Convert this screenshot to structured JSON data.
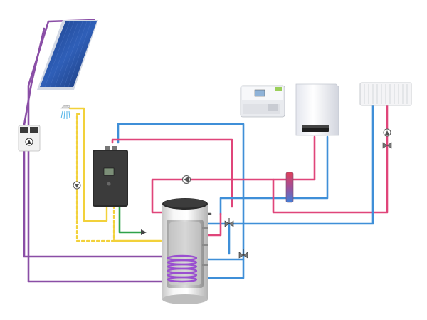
{
  "diagram": {
    "components": [
      {
        "name": "solar-collector",
        "icon": "solar-panel-icon"
      },
      {
        "name": "solar-pump-station",
        "icon": "pump-icon"
      },
      {
        "name": "shower",
        "icon": "shower-icon"
      },
      {
        "name": "heat-pump-controller",
        "icon": "controller-icon"
      },
      {
        "name": "control-unit",
        "icon": "control-box-icon"
      },
      {
        "name": "gas-boiler",
        "icon": "boiler-icon"
      },
      {
        "name": "radiator",
        "icon": "radiator-icon"
      },
      {
        "name": "hydraulic-separator",
        "icon": "separator-icon"
      },
      {
        "name": "storage-tank",
        "icon": "tank-icon"
      }
    ],
    "pipe_colors": {
      "hot": "#e0457a",
      "cold": "#3f8fd8",
      "solar": "#8a4ea6",
      "domestic_hot_water": "#f2d13a",
      "drain": "#2fa24a"
    }
  }
}
